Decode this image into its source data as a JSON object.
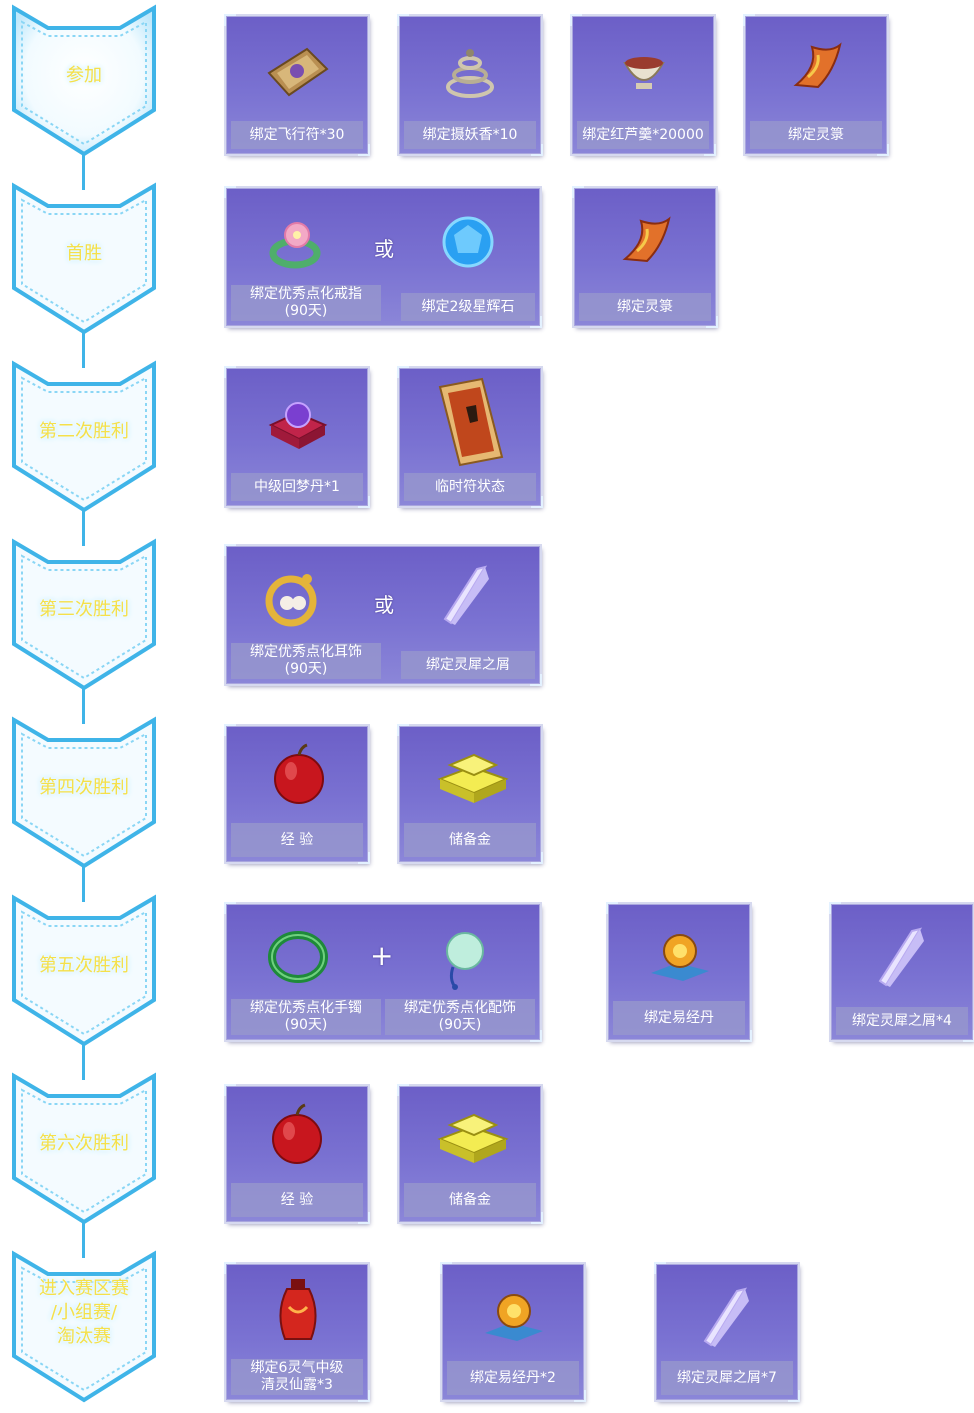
{
  "stages": [
    {
      "label": "参加"
    },
    {
      "label": "首胜"
    },
    {
      "label": "第二次胜利"
    },
    {
      "label": "第三次胜利"
    },
    {
      "label": "第四次胜利"
    },
    {
      "label": "第五次胜利"
    },
    {
      "label": "第六次胜利"
    },
    {
      "label": "进入赛区赛\n/小组赛/\n淘汰赛"
    }
  ],
  "rewards": {
    "r1": [
      "绑定飞行符*30",
      "绑定摄妖香*10",
      "绑定红芦羹*20000",
      "绑定灵箓"
    ],
    "r2": {
      "choice_a": "绑定优秀点化戒指\n(90天)",
      "separator": "或",
      "choice_b": "绑定2级星辉石",
      "item": "绑定灵箓"
    },
    "r3": [
      "中级回梦丹*1",
      "临时符状态"
    ],
    "r4": {
      "choice_a": "绑定优秀点化耳饰\n(90天)",
      "separator": "或",
      "choice_b": "绑定灵犀之屑"
    },
    "r5": [
      "经 验",
      "储备金"
    ],
    "r6": {
      "choice_a": "绑定优秀点化手镯\n(90天)",
      "separator": "+",
      "choice_b": "绑定优秀点化配饰\n(90天)",
      "item_a": "绑定易经丹",
      "item_b": "绑定灵犀之屑*4"
    },
    "r7": [
      "经 验",
      "储备金"
    ],
    "r8": [
      "绑定6灵气中级\n清灵仙露*3",
      "绑定易经丹*2",
      "绑定灵犀之屑*7"
    ]
  },
  "colors": {
    "badge_text": "#f5e04a",
    "card_top": "#6c5fc7",
    "connector": "#3fb4e8"
  }
}
